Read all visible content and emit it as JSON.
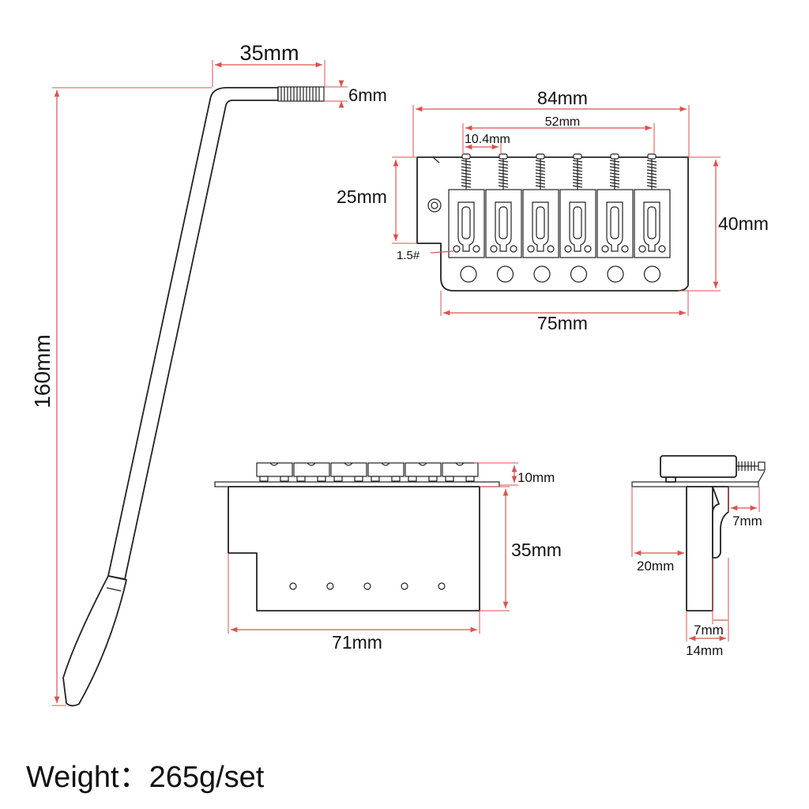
{
  "arm": {
    "length": "160mm",
    "tip_width": "35mm",
    "thread": "6mm"
  },
  "bridge_top": {
    "total_width": "84mm",
    "string_spread": "52mm",
    "saddle_spacing": "10.4mm",
    "saddle_height": "25mm",
    "plate_depth": "40mm",
    "screw_span": "75mm",
    "allen_key": "1.5#"
  },
  "bridge_front": {
    "saddle_rise": "10mm",
    "block_height": "35mm",
    "block_width": "71mm"
  },
  "bridge_side": {
    "offset_a": "7mm",
    "plate_depth": "20mm",
    "block_thickness_a": "7mm",
    "block_thickness_b": "14mm"
  },
  "footer": {
    "weight_text": "Weight：265g/set"
  },
  "colors": {
    "dimension_lines": "#d9534f",
    "outline": "#222222"
  }
}
